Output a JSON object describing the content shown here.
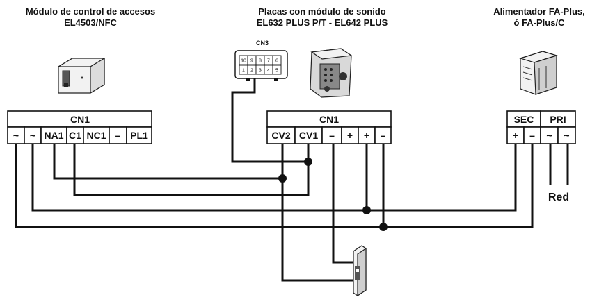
{
  "titles": {
    "access_module_line1": "Módulo de control de accesos",
    "access_module_line2": "EL4503/NFC",
    "panel_line1": "Placas con módulo de sonido",
    "panel_line2": "EL632 PLUS P/T - EL642 PLUS",
    "psu_line1": "Alimentador FA-Plus,",
    "psu_line2": "ó FA-Plus/C"
  },
  "cn3": {
    "label": "CN3",
    "pins_top": [
      "10",
      "9",
      "8",
      "7",
      "6"
    ],
    "pins_bottom": [
      "1",
      "2",
      "3",
      "4",
      "5"
    ]
  },
  "access_block": {
    "header": "CN1",
    "terminals": [
      "~",
      "~",
      "NA1",
      "C1",
      "NC1",
      "–",
      "PL1"
    ]
  },
  "panel_block": {
    "header": "CN1",
    "terminals": [
      "CV2",
      "CV1",
      "–",
      "+",
      "+",
      "–"
    ]
  },
  "psu_block": {
    "headers": [
      "SEC",
      "PRI"
    ],
    "terminals": [
      "+",
      "–",
      "~",
      "~"
    ]
  },
  "mains_label": "Red"
}
